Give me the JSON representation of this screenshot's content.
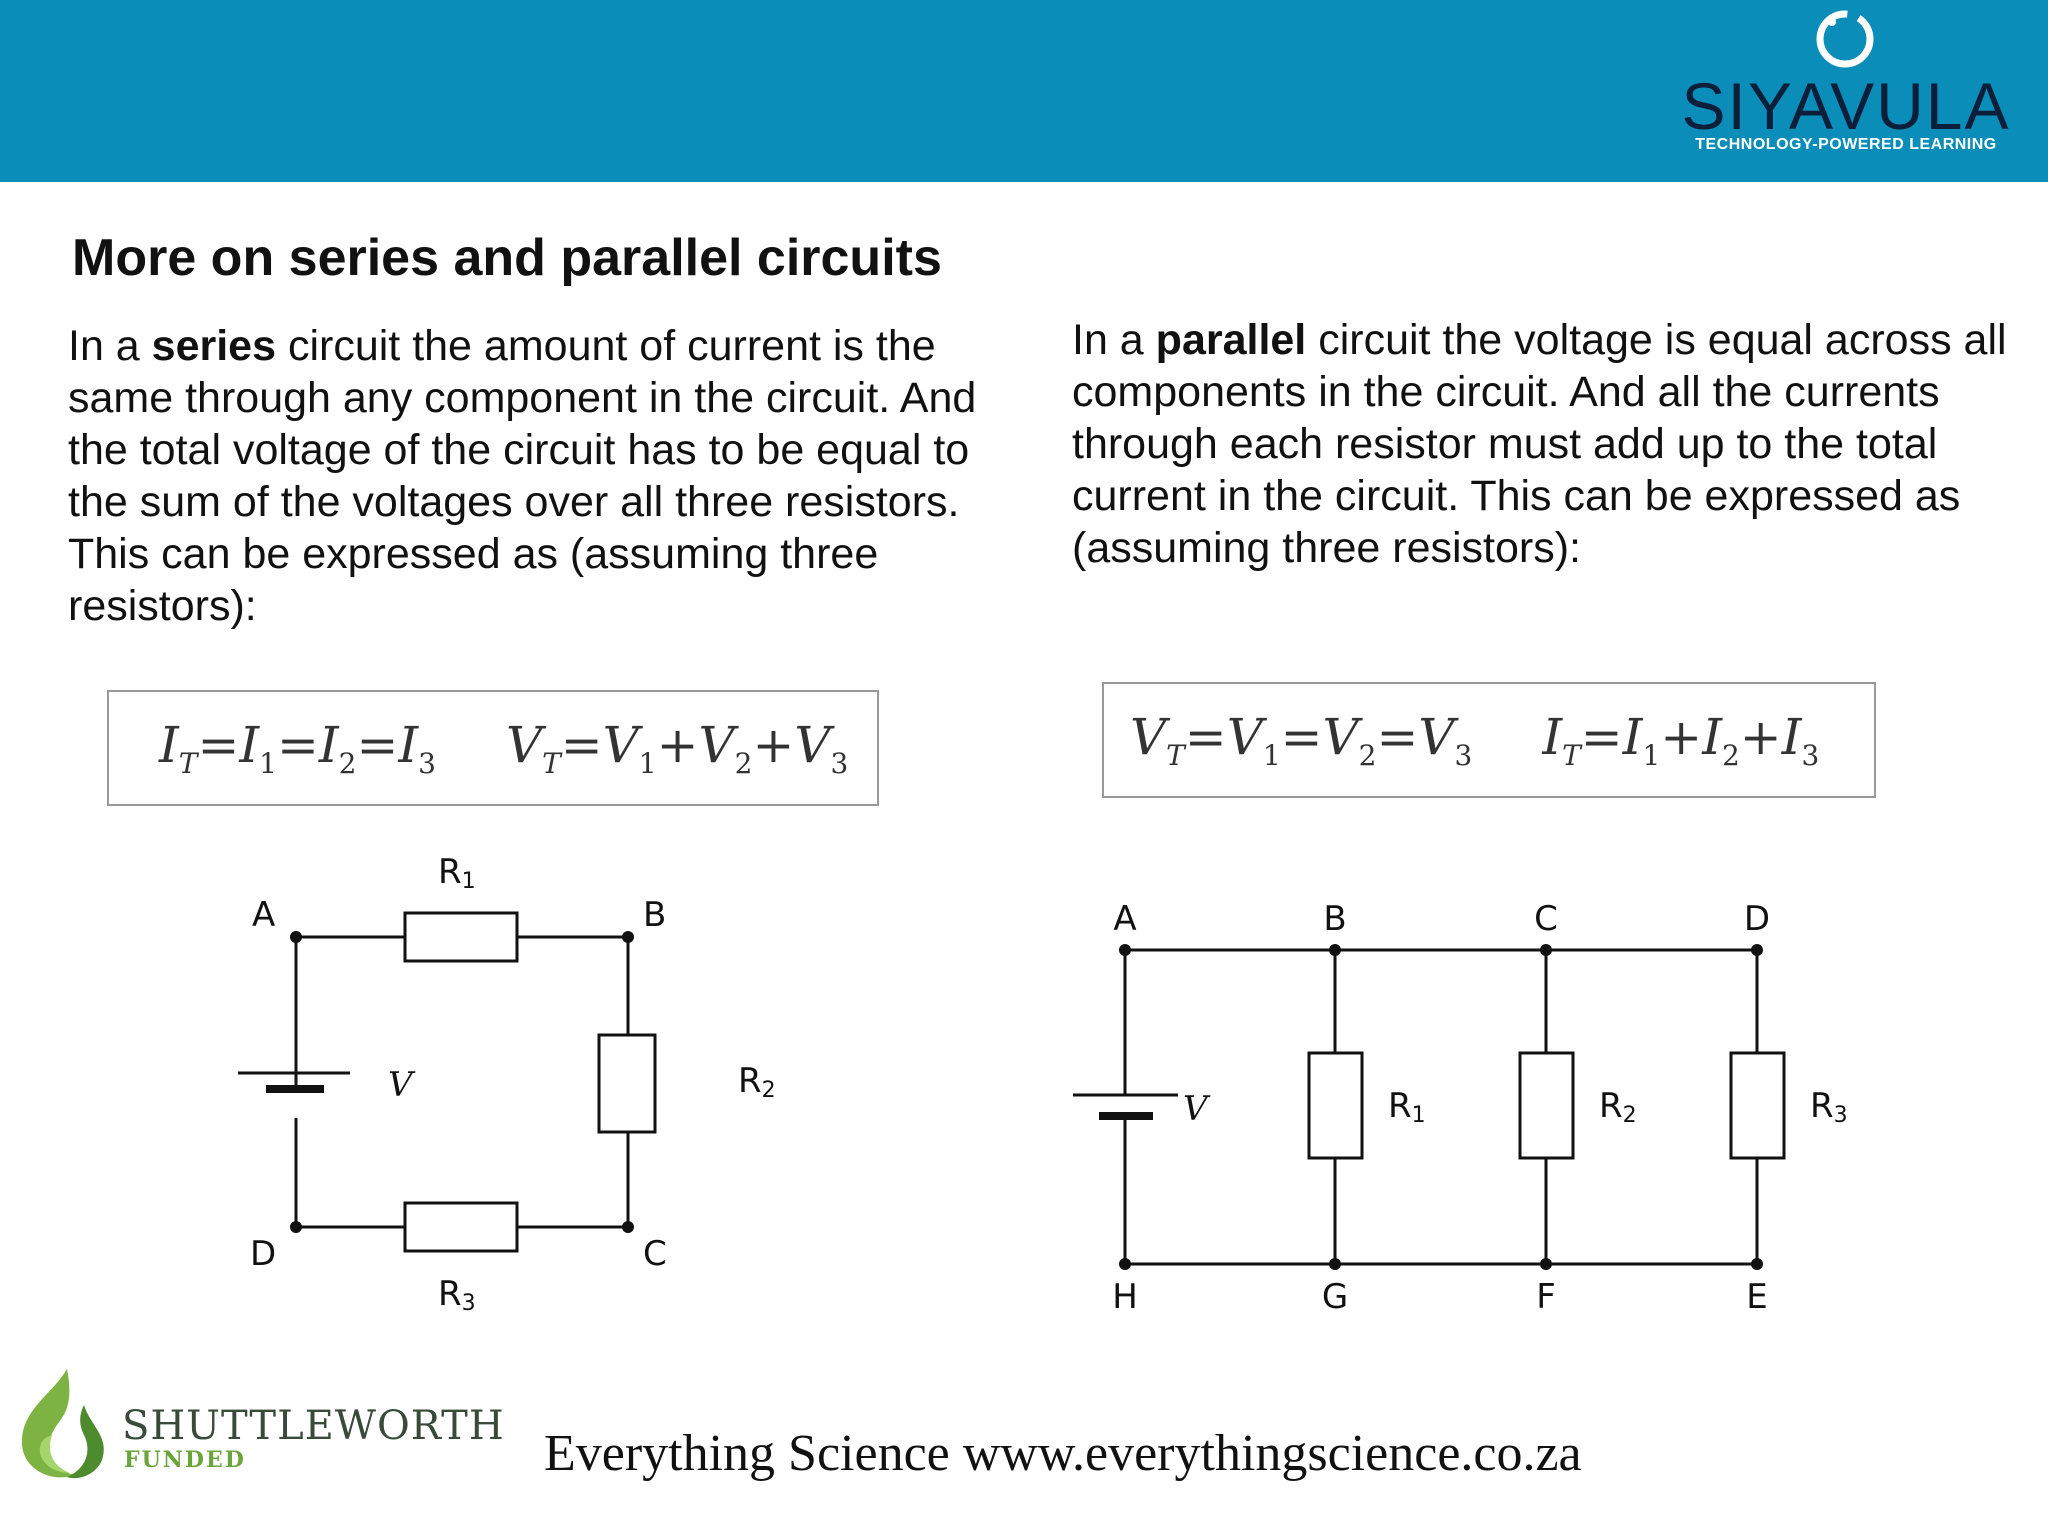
{
  "header": {
    "logo_name": "SIYAVULA",
    "logo_tagline": "TECHNOLOGY-POWERED LEARNING"
  },
  "title": "More on series and parallel circuits",
  "series": {
    "text_before": "In a ",
    "keyword": "series",
    "text_after": " circuit the amount of current is the same through any component in the circuit. And the total voltage of the circuit has to be equal to the sum of the voltages over all three resistors. This can be expressed as (assuming three resistors):",
    "equations": [
      [
        [
          "I",
          "T"
        ],
        [
          "=",
          ""
        ],
        [
          "I",
          "1"
        ],
        [
          "=",
          ""
        ],
        [
          "I",
          "2"
        ],
        [
          "=",
          ""
        ],
        [
          "I",
          "3"
        ]
      ],
      [
        [
          "V",
          "T"
        ],
        [
          "=",
          ""
        ],
        [
          "V",
          "1"
        ],
        [
          "+",
          ""
        ],
        [
          "V",
          "2"
        ],
        [
          "+",
          ""
        ],
        [
          "V",
          "3"
        ]
      ]
    ],
    "circuit_labels": {
      "A": "A",
      "B": "B",
      "C": "C",
      "D": "D",
      "R1": "R",
      "R1_sub": "1",
      "R2": "R",
      "R2_sub": "2",
      "R3": "R",
      "R3_sub": "3",
      "V": "V"
    }
  },
  "parallel": {
    "text_before": "In a ",
    "keyword": "parallel",
    "text_after": " circuit the voltage is equal across all components in the circuit. And all the currents through each resistor must add up to the total current in the circuit. This can be expressed as (assuming three resistors):",
    "equations": [
      [
        [
          "V",
          "T"
        ],
        [
          "=",
          ""
        ],
        [
          "V",
          "1"
        ],
        [
          "=",
          ""
        ],
        [
          "V",
          "2"
        ],
        [
          "=",
          ""
        ],
        [
          "V",
          "3"
        ]
      ],
      [
        [
          "I",
          "T"
        ],
        [
          "=",
          ""
        ],
        [
          "I",
          "1"
        ],
        [
          "+",
          ""
        ],
        [
          "I",
          "2"
        ],
        [
          "+",
          ""
        ],
        [
          "I",
          "3"
        ]
      ]
    ],
    "circuit_labels": {
      "A": "A",
      "B": "B",
      "C": "C",
      "D": "D",
      "E": "E",
      "F": "F",
      "G": "G",
      "H": "H",
      "R1": "R",
      "R1_sub": "1",
      "R2": "R",
      "R2_sub": "2",
      "R3": "R",
      "R3_sub": "3",
      "V": "V"
    }
  },
  "footer": {
    "funder_name": "SHUTTLEWORTH",
    "funder_tag": "FUNDED",
    "site": "Everything Science www.everythingscience.co.za"
  },
  "colors": {
    "banner": "#0a8db8",
    "logo_text": "#0b1f3a",
    "funder_green": "#6aa43a"
  }
}
